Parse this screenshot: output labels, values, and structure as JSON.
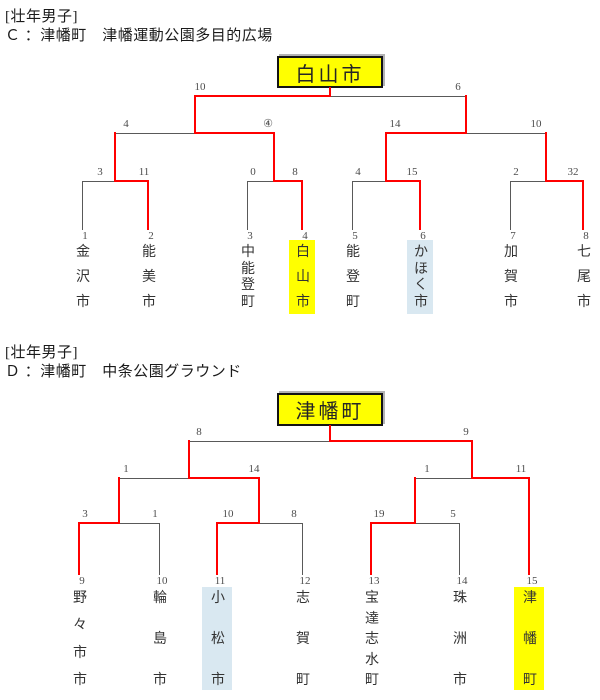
{
  "colors": {
    "winner_line": "#ff0000",
    "loser_line": "#595959",
    "champion_highlight": "#ffff00",
    "runnerup_highlight": "#d9e8f1"
  },
  "sections": [
    {
      "category": "[壮年男子]",
      "heading": "Ｃ ：津幡町　津幡運動公園多目的広場",
      "champion": "白山市",
      "teams": [
        {
          "seed": "1",
          "name": "金沢市"
        },
        {
          "seed": "2",
          "name": "能美市"
        },
        {
          "seed": "3",
          "name": "中能登町"
        },
        {
          "seed": "4",
          "name": "白山市",
          "highlight": "champion"
        },
        {
          "seed": "5",
          "name": "能登町"
        },
        {
          "seed": "6",
          "name": "かほく市",
          "highlight": "runnerup"
        },
        {
          "seed": "7",
          "name": "加賀市"
        },
        {
          "seed": "8",
          "name": "七尾市"
        }
      ],
      "scores": {
        "final_left": "10",
        "final_right": "6",
        "sf1_left": "4",
        "sf1_right": "④",
        "sf2_left": "14",
        "sf2_right": "10",
        "m1_left": "3",
        "m1_right": "11",
        "m2_left": "0",
        "m2_right": "8",
        "m3_left": "4",
        "m3_right": "15",
        "m4_left": "2",
        "m4_right": "32"
      }
    },
    {
      "category": "[壮年男子]",
      "heading": "Ｄ ：津幡町　中条公園グラウンド",
      "champion": "津幡町",
      "teams": [
        {
          "seed": "9",
          "name": "野々市市"
        },
        {
          "seed": "10",
          "name": "輪島市"
        },
        {
          "seed": "11",
          "name": "小松市",
          "highlight": "runnerup"
        },
        {
          "seed": "12",
          "name": "志賀町"
        },
        {
          "seed": "13",
          "name": "宝達志水町"
        },
        {
          "seed": "14",
          "name": "珠洲市"
        },
        {
          "seed": "15",
          "name": "津幡町",
          "highlight": "champion"
        }
      ],
      "scores": {
        "final_left": "8",
        "final_right": "9",
        "sf1_left": "1",
        "sf1_right": "14",
        "sf2_left": "1",
        "sf2_right": "11",
        "m1_left": "3",
        "m1_right": "1",
        "m2_left": "10",
        "m2_right": "8",
        "m3_left": "19",
        "m3_right": "5"
      }
    }
  ]
}
